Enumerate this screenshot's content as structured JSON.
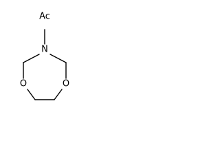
{
  "molecule": {
    "atoms": {
      "acetyl": "Ac",
      "nitrogen": "N",
      "oxygen_left": "O",
      "oxygen_right": "O"
    },
    "ring_size": 7,
    "colors": {
      "bond": "#000000",
      "label": "#000000",
      "background": "#ffffff"
    }
  }
}
